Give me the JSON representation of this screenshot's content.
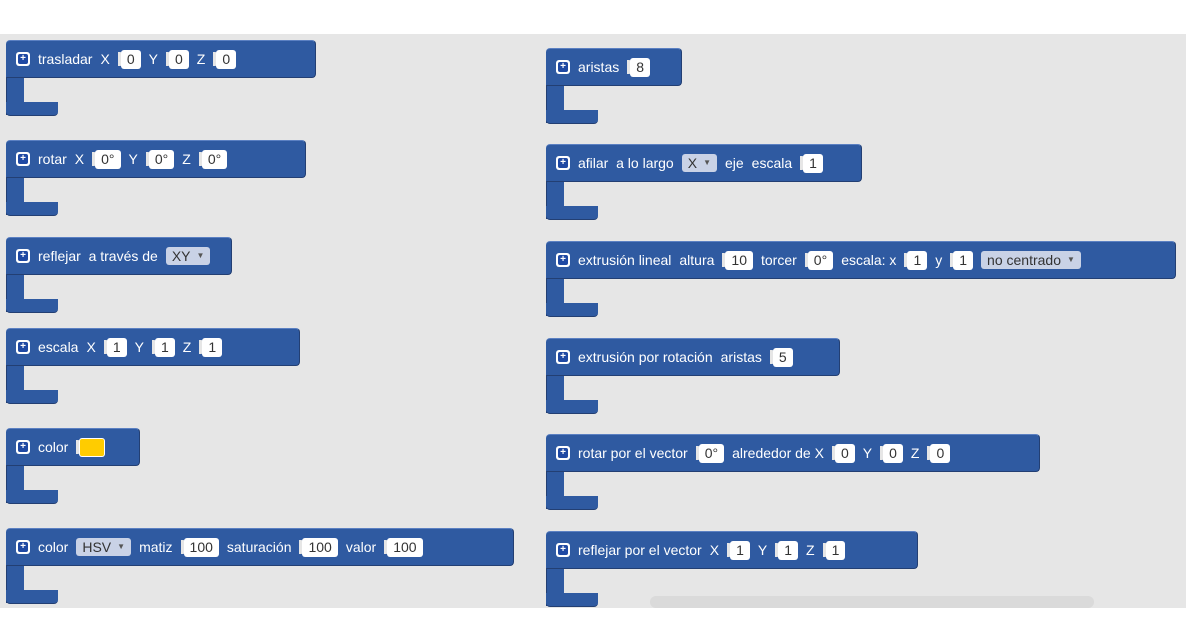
{
  "colors": {
    "workspace": "#e6e6e6",
    "block_fill": "#2f5aa1",
    "field_bg": "#ffffff",
    "dropdown_bg": "#c9d2e6",
    "swatch": "#ffcc00"
  },
  "icons": {
    "mutator": "mutator-plus-icon",
    "dropdown_caret": "caret-down-icon"
  },
  "blocks": {
    "translate": {
      "label": "trasladar",
      "x_label": "X",
      "x": "0",
      "y_label": "Y",
      "y": "0",
      "z_label": "Z",
      "z": "0"
    },
    "rotate": {
      "label": "rotar",
      "x_label": "X",
      "x": "0°",
      "y_label": "Y",
      "y": "0°",
      "z_label": "Z",
      "z": "0°"
    },
    "mirror": {
      "label": "reflejar  a través de",
      "plane": "XY"
    },
    "scale": {
      "label": "escala",
      "x_label": "X",
      "x": "1",
      "y_label": "Y",
      "y": "1",
      "z_label": "Z",
      "z": "1"
    },
    "color": {
      "label": "color",
      "swatch_color": "#ffcc00"
    },
    "color_hsv": {
      "label": "color",
      "mode": "HSV",
      "hue_label": "matiz",
      "hue": "100",
      "sat_label": "saturación",
      "sat": "100",
      "val_label": "valor",
      "val": "100"
    },
    "edges": {
      "label": "aristas",
      "value": "8"
    },
    "taper": {
      "label": "afilar  a lo largo",
      "axis": "X",
      "axis_label": "eje",
      "scale_label": "escala",
      "scale": "1"
    },
    "linear_extrude": {
      "label": "extrusión lineal",
      "height_label": "altura",
      "height": "10",
      "twist_label": "torcer",
      "twist": "0°",
      "scale_label": "escala: x",
      "scale_x": "1",
      "y_label": "y",
      "scale_y": "1",
      "center": "no centrado"
    },
    "rotate_extrude": {
      "label": "extrusión por rotación",
      "edges_label": "aristas",
      "edges": "5"
    },
    "rotate_vector": {
      "label": "rotar por el vector",
      "angle": "0°",
      "around_label": "alrededor de X",
      "x": "0",
      "y_label": "Y",
      "y": "0",
      "z_label": "Z",
      "z": "0"
    },
    "mirror_vector": {
      "label": "reflejar por el vector",
      "x_label": "X",
      "x": "1",
      "y_label": "Y",
      "y": "1",
      "z_label": "Z",
      "z": "1"
    }
  }
}
